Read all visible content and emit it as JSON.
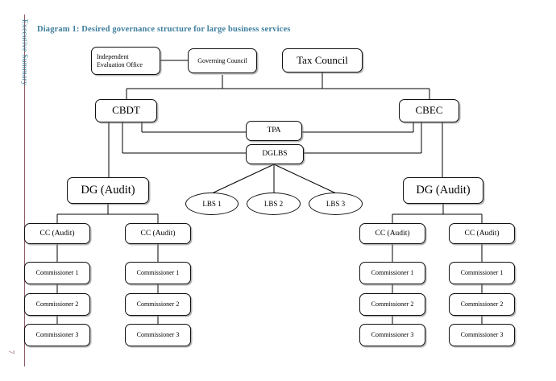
{
  "sidebar": {
    "section_label": "Executive Summary",
    "page_number": "7",
    "rule_color": "#8c5a66",
    "label_color": "#2e7a95"
  },
  "title": {
    "text": "Diagram 1: Desired governance structure for large business services",
    "color": "#3f7f9e"
  },
  "chart_data": {
    "type": "diagram",
    "diagram_kind": "organisational-hierarchy",
    "title": "Diagram 1: Desired governance structure for large business services"
  },
  "nodes": {
    "independent_evaluation_office": "Independent\nEvaluation Office",
    "independent_evaluation_office_line1": "Independent",
    "independent_evaluation_office_line2": "Evaluation Office",
    "governing_council": "Governing Council",
    "tax_council": "Tax Council",
    "cbdt": "CBDT",
    "cbec": "CBEC",
    "tpa": "TPA",
    "dglbs": "DGLBS",
    "dg_audit_left": "DG (Audit)",
    "dg_audit_right": "DG (Audit)",
    "lbs_1": "LBS 1",
    "lbs_2": "LBS 2",
    "lbs_3": "LBS 3",
    "cc_audit_l1": "CC (Audit)",
    "cc_audit_l2": "CC (Audit)",
    "cc_audit_r1": "CC (Audit)",
    "cc_audit_r2": "CC (Audit)",
    "commissioner_l1_1": "Commissioner 1",
    "commissioner_l1_2": "Commissioner 2",
    "commissioner_l1_3": "Commissioner 3",
    "commissioner_l2_1": "Commissioner 1",
    "commissioner_l2_2": "Commissioner 2",
    "commissioner_l2_3": "Commissioner 3",
    "commissioner_r1_1": "Commissioner 1",
    "commissioner_r1_2": "Commissioner 2",
    "commissioner_r1_3": "Commissioner 3",
    "commissioner_r2_1": "Commissioner 1",
    "commissioner_r2_2": "Commissioner 2",
    "commissioner_r2_3": "Commissioner 3"
  }
}
